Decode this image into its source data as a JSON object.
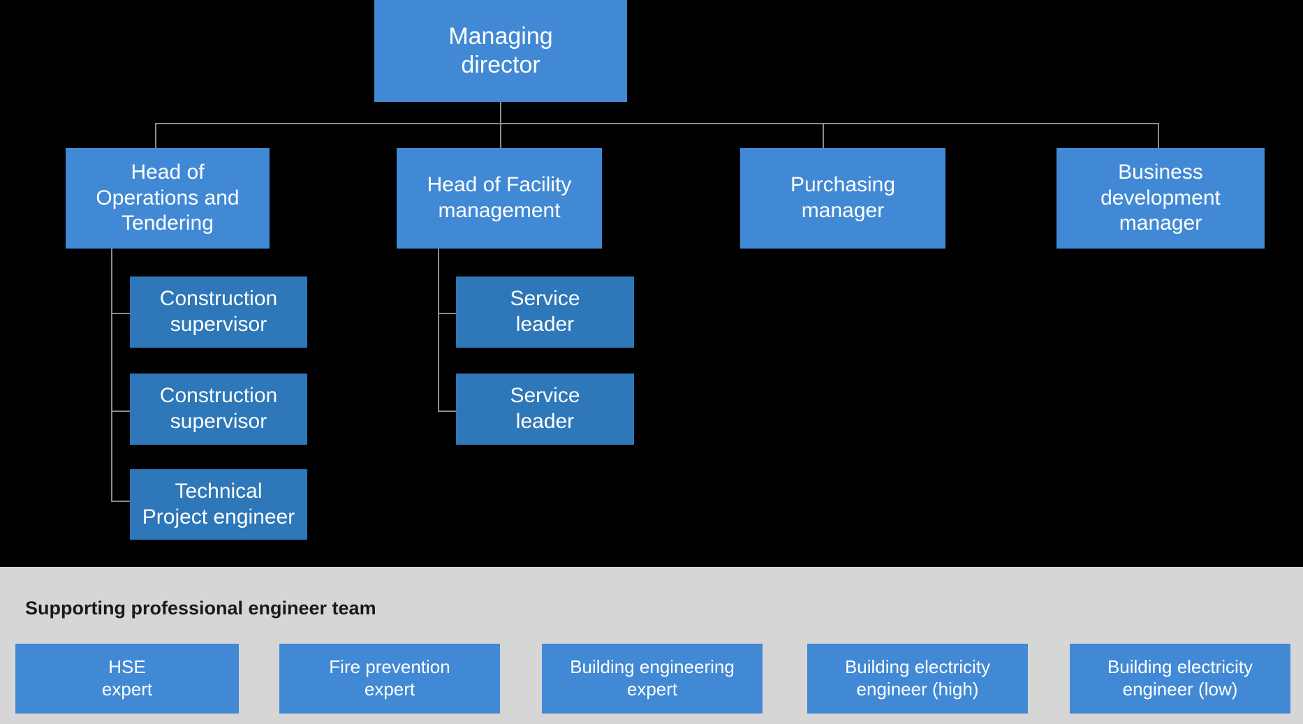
{
  "chart": {
    "type": "org-chart",
    "background_color": "#000000",
    "node_color": "#4189D4",
    "sub_node_color": "#2E77B8",
    "connector_color": "#8C8C8C",
    "panel_color": "#D6D6D6",
    "text_color": "#FFFFFF"
  },
  "root": {
    "label": "Managing\ndirector"
  },
  "level2": [
    {
      "label": "Head of\nOperations and\nTendering"
    },
    {
      "label": "Head of Facility\nmanagement"
    },
    {
      "label": "Purchasing\nmanager"
    },
    {
      "label": "Business\ndevelopment\nmanager"
    }
  ],
  "operations_children": [
    {
      "label": "Construction\nsupervisor"
    },
    {
      "label": "Construction\nsupervisor"
    },
    {
      "label": "Technical\nProject engineer"
    }
  ],
  "facility_children": [
    {
      "label": "Service\nleader"
    },
    {
      "label": "Service\nleader"
    }
  ],
  "support": {
    "title": "Supporting professional engineer team",
    "members": [
      {
        "label": "HSE\nexpert"
      },
      {
        "label": "Fire prevention\nexpert"
      },
      {
        "label": "Building engineering\nexpert"
      },
      {
        "label": "Building electricity\nengineer (high)"
      },
      {
        "label": "Building electricity\nengineer (low)"
      }
    ]
  }
}
